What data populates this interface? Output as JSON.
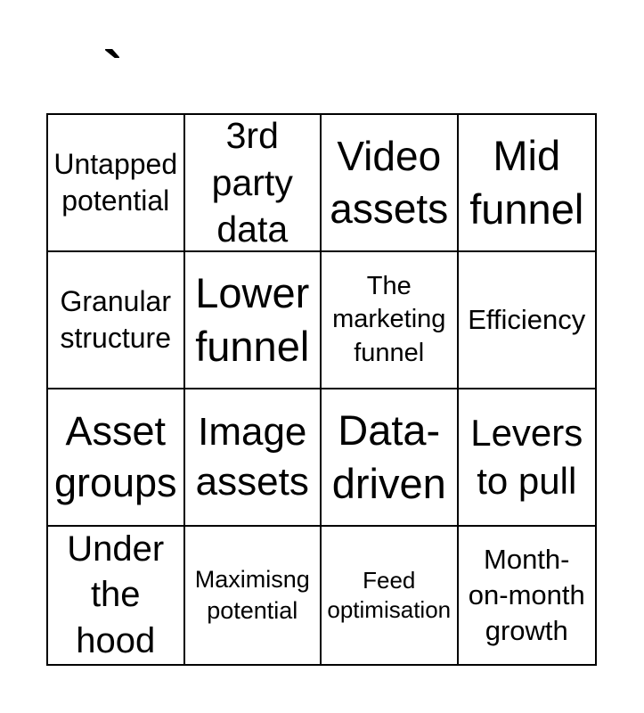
{
  "page": {
    "background_color": "#ffffff",
    "border_color": "#000000",
    "text_color": "#000000"
  },
  "card": {
    "title": "`",
    "grid_size": "4x4"
  },
  "bingo_card": {
    "cells": [
      [
        "Untapped\npotential",
        "3rd\nparty\ndata",
        "Video\nassets",
        "Mid\nfunnel"
      ],
      [
        "Granular\nstructure",
        "Lower\nfunnel",
        "The\nmarketing\nfunnel",
        "Efficiency"
      ],
      [
        "Asset\ngroups",
        "Image\nassets",
        "Data-\ndriven",
        "Levers\nto pull"
      ],
      [
        "Under\nthe\nhood",
        "Maximisng\npotential",
        "Feed\noptimisation",
        "Month-\non-month\ngrowth"
      ]
    ]
  }
}
